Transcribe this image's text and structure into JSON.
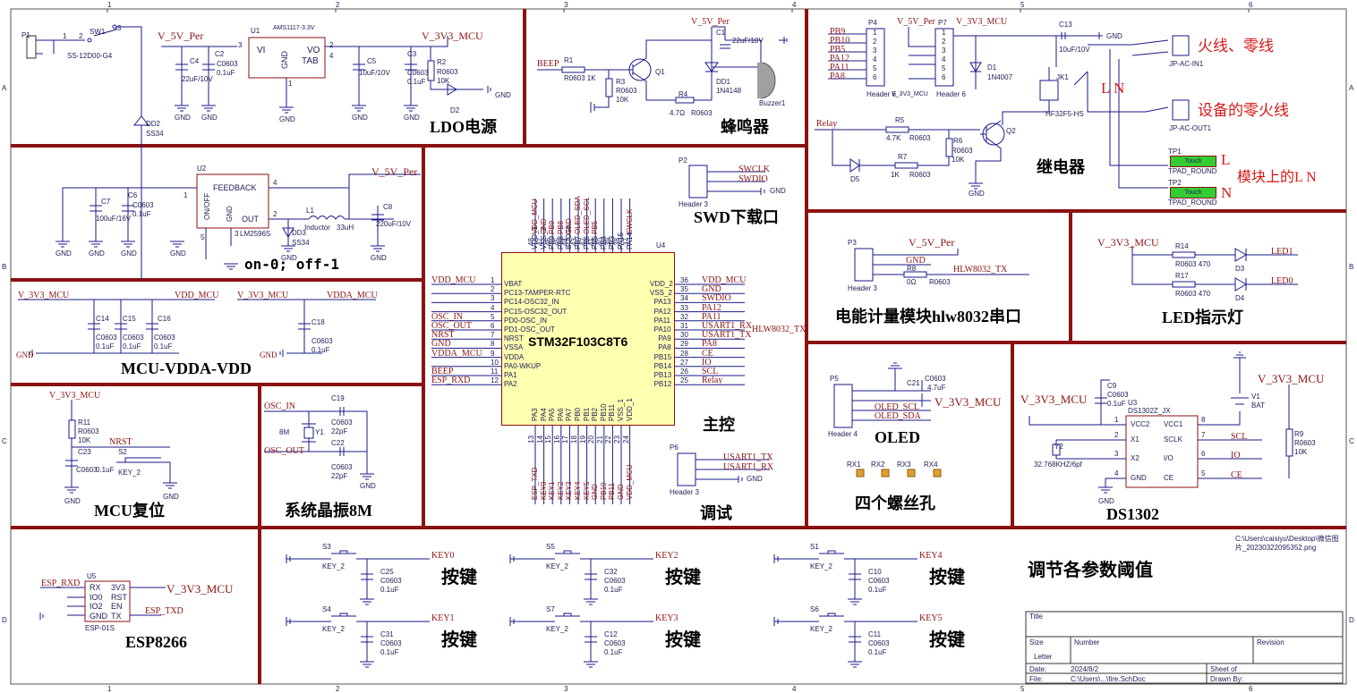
{
  "sections": {
    "ldo": "LDO电源",
    "buzzer": "蜂鸣器",
    "relay": "继电器",
    "swd": "SWD下载口",
    "main": "主控",
    "debug": "调试",
    "switch_note": "on-0; off-1",
    "vdda": "MCU-VDDA-VDD",
    "reset": "MCU复位",
    "crystal": "系统晶振8M",
    "energy": "电能计量模块hlw8032串口",
    "led": "LED指示灯",
    "oled": "OLED",
    "screws": "四个螺丝孔",
    "rtc": "DS1302",
    "esp": "ESP8266",
    "keys_title": "调节各参数阈值",
    "key_label": "按键"
  },
  "annotations": {
    "live_neutral": "火线、零线",
    "device_ln": "设备的零火线",
    "L": "L",
    "N": "N",
    "module_ln": "模块上的L N",
    "relay_LN": "L N"
  },
  "mcu": {
    "ref": "U4",
    "name": "STM32F103C8T6",
    "left_pins": [
      {
        "n": "1",
        "name": "VBAT",
        "net": "VDD_MCU"
      },
      {
        "n": "2",
        "name": "PC13-TAMPER-RTC",
        "net": ""
      },
      {
        "n": "3",
        "name": "PC14-OSC32_IN",
        "net": ""
      },
      {
        "n": "4",
        "name": "PC15-OSC32_OUT",
        "net": ""
      },
      {
        "n": "5",
        "name": "PD0-OSC_IN",
        "net": "OSC_IN"
      },
      {
        "n": "6",
        "name": "PD1-OSC_OUT",
        "net": "OSC_OUT"
      },
      {
        "n": "7",
        "name": "NRST",
        "net": "NRST"
      },
      {
        "n": "8",
        "name": "VSSA",
        "net": "GND"
      },
      {
        "n": "9",
        "name": "VDDA",
        "net": "VDDA_MCU"
      },
      {
        "n": "10",
        "name": "PA0-WKUP",
        "net": ""
      },
      {
        "n": "11",
        "name": "PA1",
        "net": "BEEP"
      },
      {
        "n": "12",
        "name": "PA2",
        "net": "ESP_RXD"
      }
    ],
    "right_pins": [
      {
        "n": "36",
        "name": "VDD_2",
        "net": "VDD_MCU"
      },
      {
        "n": "35",
        "name": "VSS_2",
        "net": "GND"
      },
      {
        "n": "34",
        "name": "PA13",
        "net": "SWDIO"
      },
      {
        "n": "33",
        "name": "PA12",
        "net": "PA12"
      },
      {
        "n": "32",
        "name": "PA11",
        "net": "PA11"
      },
      {
        "n": "31",
        "name": "PA10",
        "net": "USART1_RX"
      },
      {
        "n": "30",
        "name": "PA9",
        "net": "USART1_TX"
      },
      {
        "n": "29",
        "name": "PA8",
        "net": "PA8"
      },
      {
        "n": "28",
        "name": "PB15",
        "net": "CE"
      },
      {
        "n": "27",
        "name": "PB14",
        "net": "IO"
      },
      {
        "n": "26",
        "name": "PB13",
        "net": "SCL"
      },
      {
        "n": "25",
        "name": "PB12",
        "net": "Relay"
      }
    ],
    "top_pins": [
      {
        "n": "48",
        "name": "VDD_3",
        "net": "VDD_MCU"
      },
      {
        "n": "47",
        "name": "VSS_3",
        "net": "GND"
      },
      {
        "n": "46",
        "name": "PB9",
        "net": "PB9"
      },
      {
        "n": "45",
        "name": "PB8",
        "net": "PB8"
      },
      {
        "n": "44",
        "name": "BOOT0",
        "net": "GND"
      },
      {
        "n": "43",
        "name": "PB7",
        "net": "OLED_SDA"
      },
      {
        "n": "42",
        "name": "PB6",
        "net": "OLED_SCL"
      },
      {
        "n": "41",
        "name": "PB5",
        "net": "PB5"
      },
      {
        "n": "40",
        "name": "PB4",
        "net": ""
      },
      {
        "n": "39",
        "name": "PB3",
        "net": ""
      },
      {
        "n": "38",
        "name": "PA15",
        "net": ""
      },
      {
        "n": "37",
        "name": "PA14",
        "net": "SWCLK"
      }
    ],
    "bottom_pins": [
      {
        "n": "13",
        "name": "PA3",
        "net": "ESP_TXD"
      },
      {
        "n": "14",
        "name": "PA4",
        "net": "KEY0"
      },
      {
        "n": "15",
        "name": "PA5",
        "net": "KEY1"
      },
      {
        "n": "16",
        "name": "PA6",
        "net": "KEY2"
      },
      {
        "n": "17",
        "name": "PA7",
        "net": "KEY3"
      },
      {
        "n": "18",
        "name": "PB0",
        "net": "KEY4"
      },
      {
        "n": "19",
        "name": "PB1",
        "net": "KEY5"
      },
      {
        "n": "20",
        "name": "PB2",
        "net": "GND"
      },
      {
        "n": "21",
        "name": "PB10",
        "net": "PB10"
      },
      {
        "n": "22",
        "name": "PB11",
        "net": "PB11"
      },
      {
        "n": "23",
        "name": "VSS_1",
        "net": "GND"
      },
      {
        "n": "24",
        "name": "VDD_1",
        "net": "VDD_MCU"
      }
    ],
    "extra_net": "HLW8032_TX"
  },
  "power_nets": {
    "v5": "V_5V_Per",
    "v33": "V_3V3_MCU",
    "vdd": "VDD_MCU",
    "vdda": "VDDA_MCU",
    "gnd": "GND"
  },
  "components": {
    "p1": {
      "ref": "P1"
    },
    "sw1": {
      "ref": "SW1",
      "part": "SS-12D00-G4",
      "pins": [
        "1",
        "2",
        "3"
      ]
    },
    "u1": {
      "ref": "U1",
      "part": "AMS1117-3.3V",
      "vi": "VI",
      "gnd": "GND",
      "vo": "VO",
      "tab": "TAB",
      "pins": [
        "3",
        "1",
        "2",
        "4"
      ]
    },
    "c4": {
      "ref": "C4",
      "val": "22uF/10V"
    },
    "c2": {
      "ref": "C2",
      "val": "C0603",
      "val2": "0.1uF"
    },
    "c5": {
      "ref": "C5",
      "val": "10uF/10V"
    },
    "c3": {
      "ref": "C3",
      "val": "C0603",
      "val2": "0.1uF"
    },
    "r2": {
      "ref": "R2",
      "val": "R0603",
      "val2": "10K"
    },
    "d2": {
      "ref": "D2"
    },
    "dd2": {
      "ref": "DD2",
      "val": "SS34"
    },
    "r1": {
      "ref": "R1",
      "val": "R0603 1K"
    },
    "r3": {
      "ref": "R3",
      "val": "R0603",
      "val2": "10K"
    },
    "q1": {
      "ref": "Q1"
    },
    "r4": {
      "ref": "R4",
      "val": "4.7Ω",
      "val2": "R0603"
    },
    "c1": {
      "ref": "C1",
      "val": "22uF/10V"
    },
    "dd1": {
      "ref": "DD1",
      "val": "1N4148"
    },
    "buzzer": {
      "ref": "Buzzer1"
    },
    "beep": "BEEP",
    "u2": {
      "ref": "U2",
      "part": "LM2596S",
      "fb": "FEEDBACK",
      "onoff": "ON/OFF",
      "gnd": "GND",
      "out": "OUT",
      "pins": [
        "4",
        "1",
        "3",
        "2",
        "5"
      ]
    },
    "c7": {
      "ref": "C7",
      "val": "100uF/16V"
    },
    "c6": {
      "ref": "C6",
      "val": "C0603",
      "val2": "0.1uF"
    },
    "l1": {
      "ref": "L1",
      "val": "Inductor",
      "val2": "33uH"
    },
    "dd3": {
      "ref": "DD3",
      "val": "SS34"
    },
    "c8": {
      "ref": "C8",
      "val": "220uF/10V"
    },
    "p4": {
      "ref": "P4",
      "part": "Header 6",
      "nets": [
        "PB9",
        "PB10",
        "PB5",
        "PA12",
        "PA11",
        "PA8"
      ]
    },
    "p7": {
      "ref": "P7",
      "part": "Header 6"
    },
    "p7_net_label": "V_3V3_MCU",
    "c13": {
      "ref": "C13",
      "val": "10uF/10V"
    },
    "d1": {
      "ref": "D1",
      "val": "1N4007"
    },
    "jk1": {
      "ref": "JK1",
      "part": "HF32F5-HS"
    },
    "ac_in": {
      "ref": "JP-AC-IN1"
    },
    "ac_out": {
      "ref": "JP-AC-OUT1"
    },
    "relay_net": "Relay",
    "r5": {
      "ref": "R5",
      "val": "4.7K",
      "val2": "R0603"
    },
    "r6": {
      "ref": "R6",
      "val": "R0603",
      "val2": "10K"
    },
    "r7": {
      "ref": "R7",
      "val": "1K",
      "val2": "R0603"
    },
    "d5": {
      "ref": "D5"
    },
    "q2": {
      "ref": "Q2"
    },
    "tp1": {
      "ref": "TP1",
      "part": "TPAD_ROUND",
      "label": "Touch"
    },
    "tp2": {
      "ref": "TP2",
      "part": "TPAD_ROUND",
      "label": "Touch"
    },
    "p2": {
      "ref": "P2",
      "part": "Header 3",
      "nets": [
        "SWCLK",
        "SWDIO",
        "GND"
      ]
    },
    "p3": {
      "ref": "P3",
      "part": "Header 3",
      "nets": [
        "GND",
        "",
        "HLW8032_TX"
      ]
    },
    "r8": {
      "ref": "R8",
      "val": "0Ω",
      "val2": "R0603"
    },
    "r14": {
      "ref": "R14",
      "val": "R0603 470"
    },
    "r17": {
      "ref": "R17",
      "val": "R0603 470"
    },
    "d3": {
      "ref": "D3",
      "net": "LED1"
    },
    "d4": {
      "ref": "D4",
      "net": "LED0"
    },
    "c14": {
      "ref": "C14",
      "val": "C0603",
      "val2": "0.1uF"
    },
    "c15": {
      "ref": "C15",
      "val": "C0603",
      "val2": "0.1uF"
    },
    "c16": {
      "ref": "C16",
      "val": "C0603",
      "val2": "0.1uF"
    },
    "c18": {
      "ref": "C18",
      "val": "C0603",
      "val2": "0.1uF"
    },
    "r11": {
      "ref": "R11",
      "val": "R0603",
      "val2": "10K"
    },
    "c23": {
      "ref": "C23",
      "val": "C0603",
      "val2": "0.1uF"
    },
    "s2": {
      "ref": "S2",
      "part": "KEY_2",
      "net": "NRST"
    },
    "y1": {
      "ref": "Y1",
      "val": "8M"
    },
    "c19": {
      "ref": "C19",
      "val": "C0603",
      "val2": "22pF"
    },
    "c22": {
      "ref": "C22",
      "val": "C0603",
      "val2": "22pF"
    },
    "p6": {
      "ref": "P6",
      "part": "Header 3",
      "nets": [
        "USART1_TX",
        "USART1_RX",
        "GND"
      ]
    },
    "p5": {
      "ref": "P5",
      "part": "Header 4",
      "nets": [
        "OLED_SCL",
        "OLED_SDA"
      ]
    },
    "c21": {
      "ref": "C21",
      "val": "C0603",
      "val2": "4.7uF"
    },
    "screws": [
      "RX1",
      "RX2",
      "RX3",
      "RX4"
    ],
    "u3": {
      "ref": "U3",
      "part": "DS1302Z_JX",
      "pins_l": [
        [
          "1",
          "VCC2"
        ],
        [
          "2",
          "X1"
        ],
        [
          "3",
          "X2"
        ],
        [
          "4",
          "GND"
        ]
      ],
      "pins_r": [
        [
          "8",
          "VCC1"
        ],
        [
          "7",
          "SCLK"
        ],
        [
          "6",
          "I/O"
        ],
        [
          "5",
          "CE"
        ]
      ],
      "nets_r": [
        "",
        "SCL",
        "IO",
        "CE"
      ]
    },
    "c9": {
      "ref": "C9",
      "val": "C0603",
      "val2": "0.1uF"
    },
    "y2": {
      "ref": "Y2",
      "val": "32.768KHZ/6pf"
    },
    "v1": {
      "ref": "V1",
      "val": "BAT"
    },
    "r9": {
      "ref": "R9",
      "val": "R0603",
      "val2": "10K"
    },
    "u5": {
      "ref": "U5",
      "part": "ESP-01S",
      "pins_l": [
        "RX",
        "IO0",
        "IO2",
        "GND"
      ],
      "pins_r": [
        "3V3",
        "RST",
        "EN",
        "TX"
      ],
      "nets": [
        "ESP_RXD",
        "ESP_TXD"
      ]
    },
    "keys": [
      {
        "ref": "S3",
        "part": "KEY_2",
        "cap": "C25",
        "val": "C0603",
        "val2": "0.1uF",
        "net": "KEY0"
      },
      {
        "ref": "S4",
        "part": "KEY_2",
        "cap": "C31",
        "val": "C0603",
        "val2": "0.1uF",
        "net": "KEY1"
      },
      {
        "ref": "S5",
        "part": "KEY_2",
        "cap": "C32",
        "val": "C0603",
        "val2": "0.1uF",
        "net": "KEY2"
      },
      {
        "ref": "S7",
        "part": "KEY_2",
        "cap": "C12",
        "val": "C0603",
        "val2": "0.1uF",
        "net": "KEY3"
      },
      {
        "ref": "S1",
        "part": "KEY_2",
        "cap": "C10",
        "val": "C0603",
        "val2": "0.1uF",
        "net": "KEY4"
      },
      {
        "ref": "S6",
        "part": "KEY_2",
        "cap": "C11",
        "val": "C0603",
        "val2": "0.1uF",
        "net": "KEY5"
      }
    ]
  },
  "image_ref": {
    "line1": "C:\\Users\\caisiyu\\Desktop\\微信图",
    "line2": "片_20230322095352.png"
  },
  "title_block": {
    "title": "Title",
    "size_label": "Size",
    "size": "Letter",
    "number_label": "Number",
    "revision_label": "Revision",
    "date_label": "Date:",
    "date": "2024/8/2",
    "file_label": "File:",
    "file": "C:\\Users\\...\\fire.SchDoc",
    "sheet_label": "Sheet    of",
    "drawn_label": "Drawn By:"
  },
  "grid_marks": {
    "cols": [
      "1",
      "2",
      "3",
      "4",
      "5",
      "6"
    ],
    "rows": [
      "A",
      "B",
      "C",
      "D"
    ]
  },
  "colors": {
    "divider": "#8b1212",
    "wire": "#1a1a8a",
    "chip_fill": "#ffffb0",
    "annotation": "#d81818",
    "touch_pad": "#33cc33"
  }
}
